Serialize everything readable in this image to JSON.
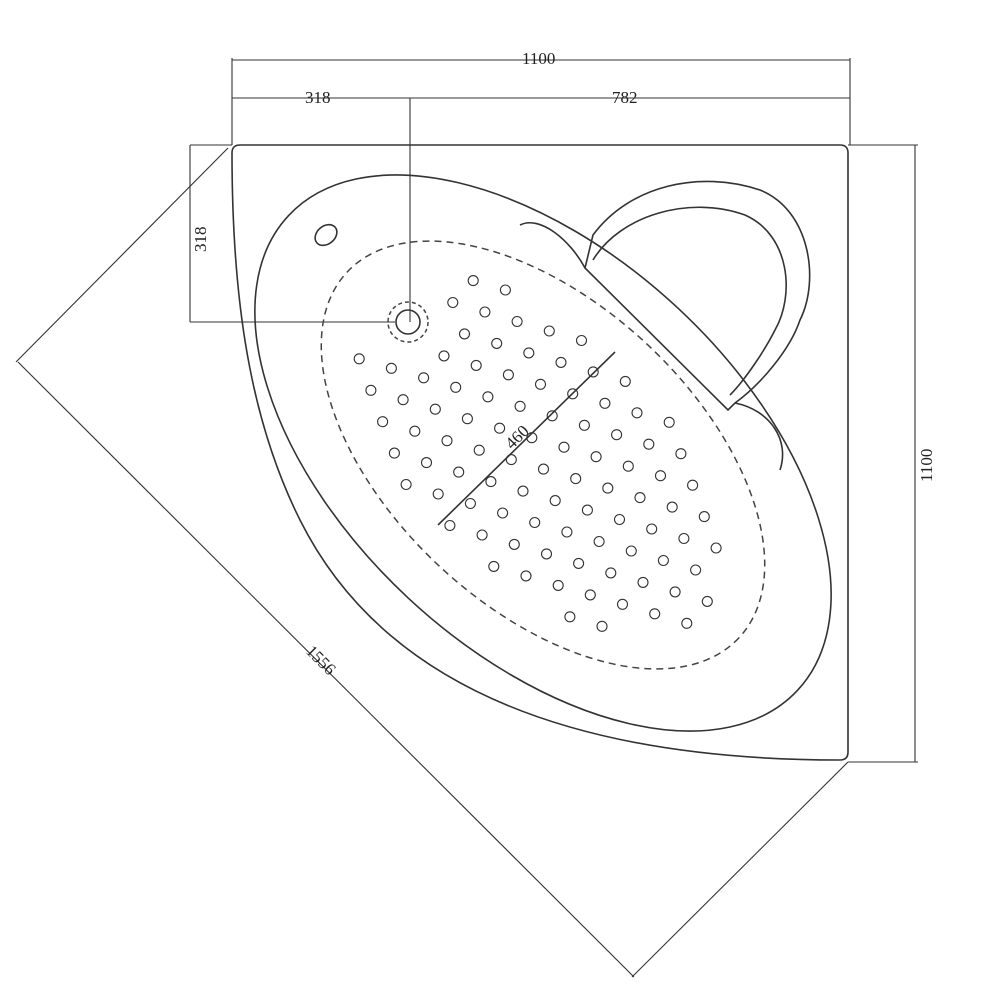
{
  "title": "Corner bathtub plan dimensions",
  "dimensions": {
    "overall_width": "1100",
    "drain_offset_x": "318",
    "drain_to_right": "782",
    "drain_offset_y": "318",
    "overall_depth": "1100",
    "diagonal": "1556",
    "seat_depth": "460"
  }
}
